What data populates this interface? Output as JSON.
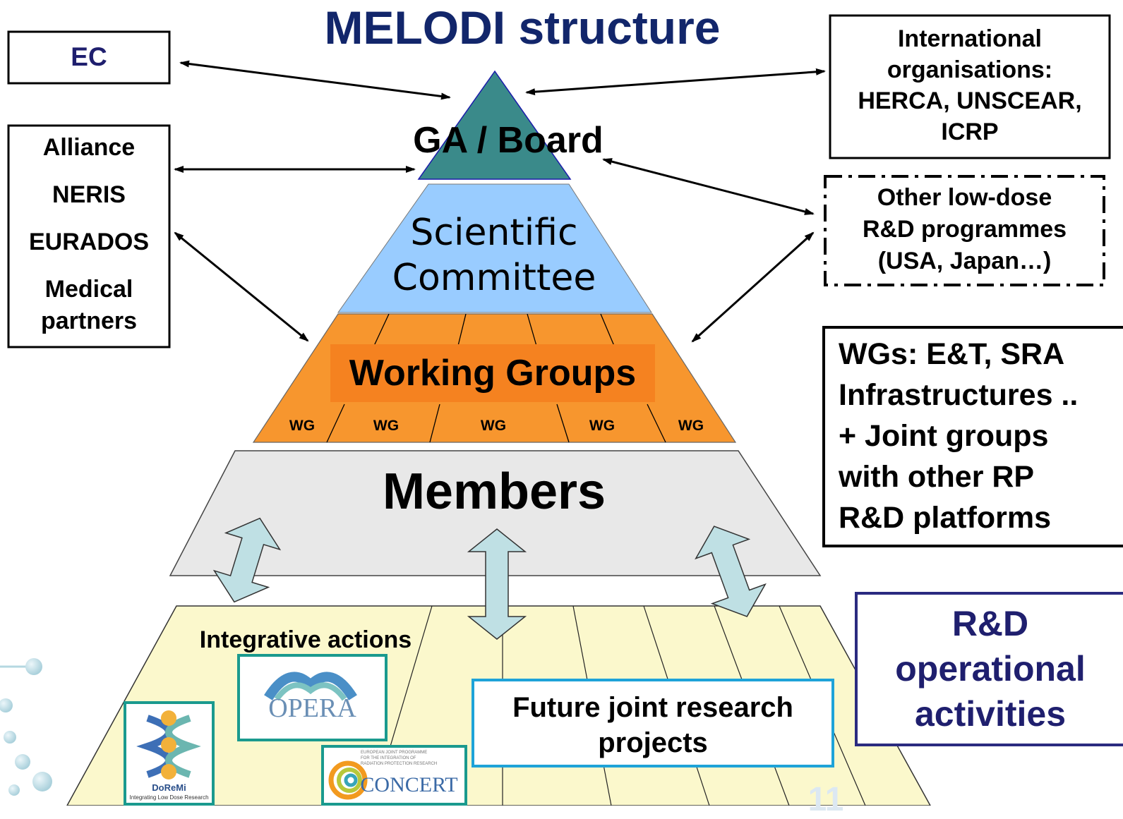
{
  "title": "MELODI structure",
  "pyramid": {
    "top": "GA / Board",
    "scientific": [
      "Scientific",
      "Committee"
    ],
    "working_groups": "Working Groups",
    "wg_cells": [
      "WG",
      "WG",
      "WG",
      "WG",
      "WG"
    ],
    "members": "Members",
    "integrative": "Integrative actions",
    "future": [
      "Future joint research",
      "projects"
    ]
  },
  "left": {
    "ec": "EC",
    "alliance": [
      "Alliance",
      "NERIS",
      "EURADOS",
      "Medical",
      "partners"
    ]
  },
  "right": {
    "international": [
      "International",
      "organisations:",
      "HERCA, UNSCEAR,",
      "ICRP"
    ],
    "other": [
      "Other low-dose",
      "R&D programmes",
      "(USA, Japan…)"
    ],
    "wgs": [
      "WGs: E&T, SRA",
      "Infrastructures ..",
      "+ Joint groups",
      "with other RP",
      "R&D platforms"
    ],
    "rd": [
      "R&D",
      "operational",
      "activities"
    ]
  },
  "logos": {
    "opera": "OPERA",
    "doremi": "DoReMi",
    "doremi_sub": "Integrating Low Dose Research",
    "concert": "CONCERT",
    "concert_sub": [
      "EUROPEAN JOINT PROGRAMME",
      "FOR THE INTEGRATION OF",
      "RADIATION PROTECTION RESEARCH"
    ]
  },
  "page_number": "11",
  "colors": {
    "title": "#12266b",
    "navy_text": "#1f1f6e",
    "top": "#3a8a8a",
    "scientific": "#99ccff",
    "working": "#f7962e",
    "working_label_bg": "#f58220",
    "members": "#e8e8e8",
    "base": "#fbf8cc",
    "arrow_fill": "#bfe0e4",
    "logo_border": "#1a9a8e",
    "future_border": "#1ea3d8",
    "rd_border": "#2b2b80"
  }
}
